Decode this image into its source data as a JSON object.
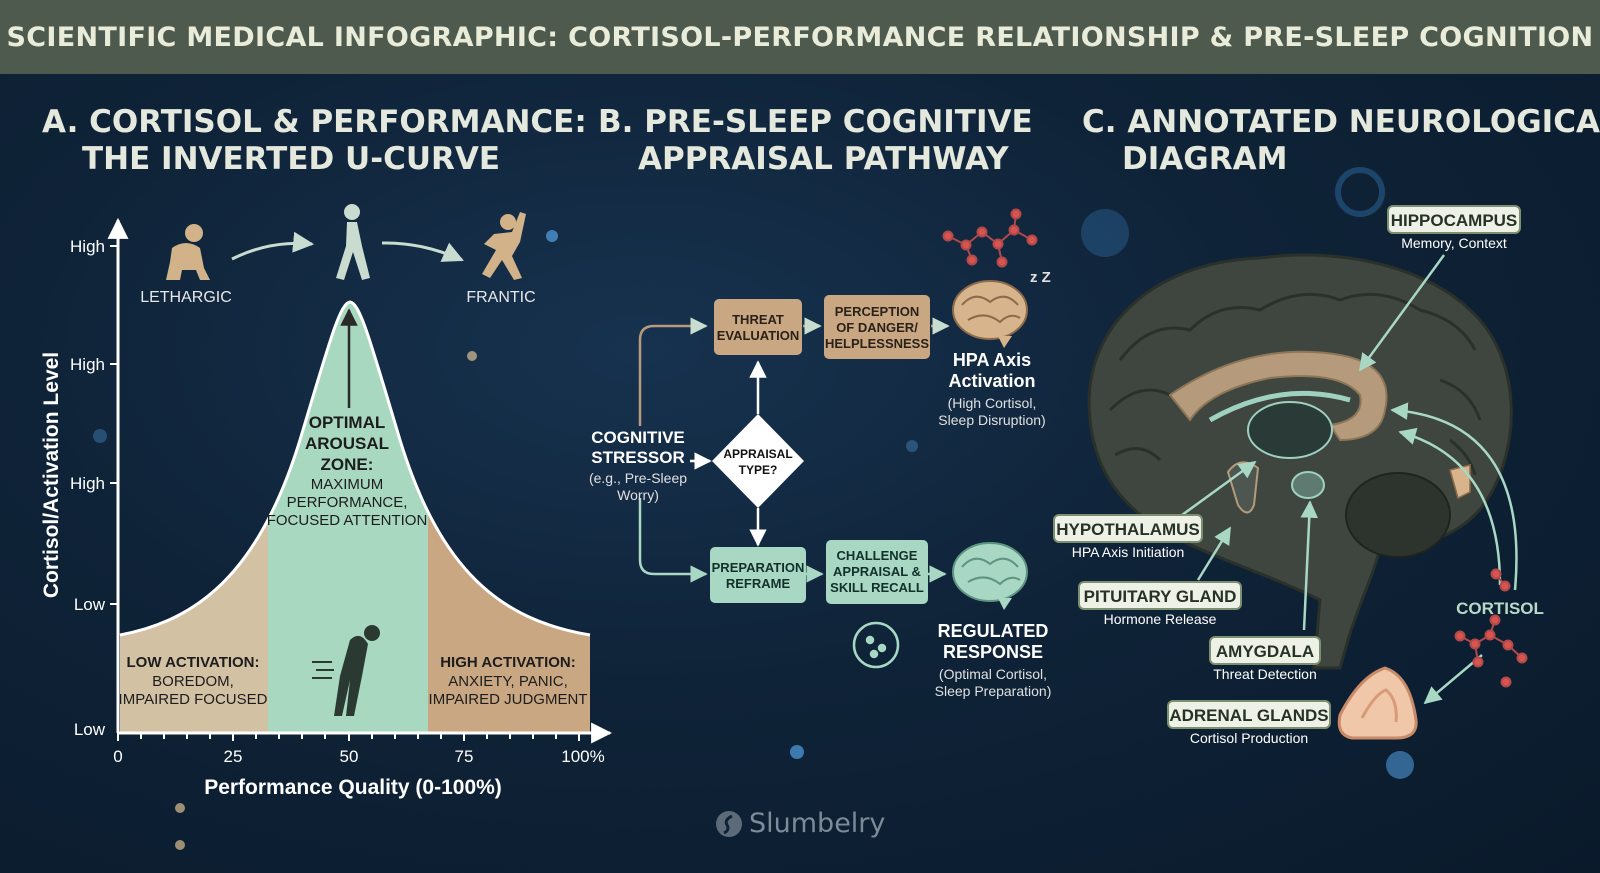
{
  "title": "SCIENTIFIC MEDICAL INFOGRAPHIC: CORTISOL-PERFORMANCE RELATIONSHIP & PRE-SLEEP COGNITION",
  "panel_a": {
    "title_line1": "A. CORTISOL & PERFORMANCE:",
    "title_line2": "THE INVERTED U-CURVE",
    "ylabel": "Cortisol/Activation Level",
    "xlabel": "Performance Quality (0-100%)",
    "y_ticks": [
      "High",
      "High",
      "High",
      "Low",
      "Low"
    ],
    "x_ticks": [
      "0",
      "25",
      "50",
      "75",
      "100%"
    ],
    "figure_labels": {
      "left": "LETHARGIC",
      "right": "FRANTIC"
    },
    "zones": {
      "low": {
        "title": "LOW ACTIVATION:",
        "line1": "BOREDOM,",
        "line2": "IMPAIRED FOCUSED"
      },
      "optimal": {
        "title1": "OPTIMAL",
        "title2": "AROUSAL",
        "title3": "ZONE:",
        "line1": "MAXIMUM",
        "line2": "PERFORMANCE,",
        "line3": "FOCUSED ATTENTION"
      },
      "high": {
        "title": "HIGH ACTIVATION:",
        "line1": "ANXIETY, PANIC,",
        "line2": "IMPAIRED JUDGMENT"
      }
    },
    "colors": {
      "low": "#d3c1a4",
      "optimal": "#a8d8c0",
      "high": "#c9a782"
    }
  },
  "panel_b": {
    "title_line1": "B. PRE-SLEEP COGNITIVE",
    "title_line2": "APPRAISAL PATHWAY",
    "stressor": {
      "line1": "COGNITIVE",
      "line2": "STRESSOR",
      "sub1": "(e.g., Pre-Sleep",
      "sub2": "Worry)"
    },
    "decision": {
      "line1": "APPRAISAL",
      "line2": "TYPE?"
    },
    "threat": {
      "line1": "THREAT",
      "line2": "EVALUATION"
    },
    "danger": {
      "line1": "PERCEPTION",
      "line2": "OF DANGER/",
      "line3": "HELPLESSNESS"
    },
    "hpa": {
      "line1": "HPA Axis",
      "line2": "Activation",
      "sub1": "(High Cortisol,",
      "sub2": "Sleep Disruption)"
    },
    "prep": {
      "line1": "PREPARATION",
      "line2": "REFRAME"
    },
    "challenge": {
      "line1": "CHALLENGE",
      "line2": "APPRAISAL &",
      "line3": "SKILL RECALL"
    },
    "regulated": {
      "line1": "REGULATED",
      "line2": "RESPONSE",
      "sub1": "(Optimal Cortisol,",
      "sub2": "Sleep Preparation)"
    },
    "sleep_icon": "z Z"
  },
  "panel_c": {
    "title_line1": "C. ANNOTATED NEUROLOGICAL",
    "title_line2": "DIAGRAM",
    "labels": {
      "hippocampus": {
        "name": "HIPPOCAMPUS",
        "desc": "Memory, Context"
      },
      "hypothalamus": {
        "name": "HYPOTHALAMUS",
        "desc": "HPA Axis Initiation"
      },
      "pituitary": {
        "name": "PITUITARY GLAND",
        "desc": "Hormone Release"
      },
      "amygdala": {
        "name": "AMYGDALA",
        "desc": "Threat Detection"
      },
      "adrenal": {
        "name": "ADRENAL GLANDS",
        "desc": "Cortisol Production"
      },
      "cortisol": "CORTISOL"
    }
  },
  "watermark": "Slumbelry"
}
